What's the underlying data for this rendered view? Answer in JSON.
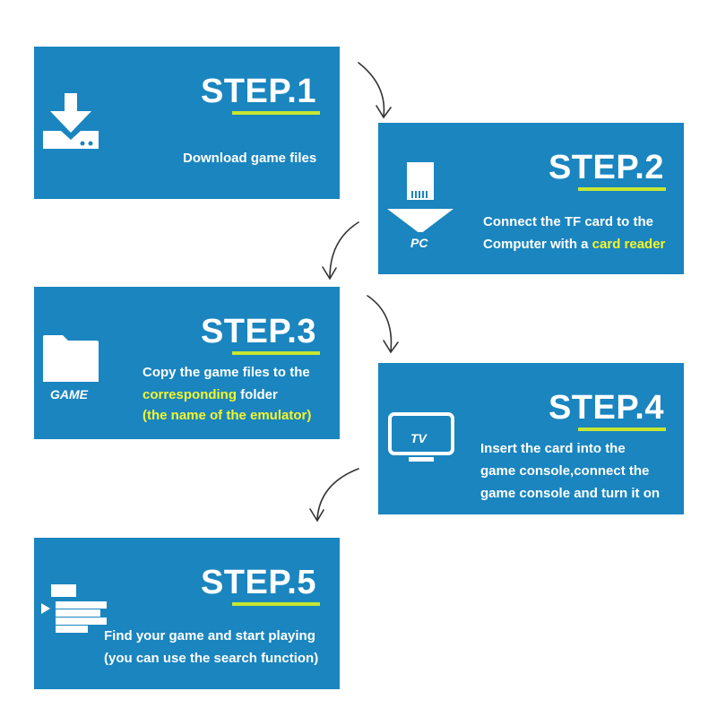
{
  "colors": {
    "panel": "#1a85bf",
    "underline": "#c6e631",
    "highlight": "#f5f52a",
    "text": "#ffffff",
    "arrow": "#333333"
  },
  "steps": [
    {
      "title": "STEP.1",
      "icon": "download-icon",
      "lines": [
        {
          "parts": [
            "Download game files"
          ]
        }
      ]
    },
    {
      "title": "STEP.2",
      "icon": "sd-card-to-pc-icon",
      "icon_label": "PC",
      "lines": [
        {
          "parts": [
            "Connect the TF card to the"
          ]
        },
        {
          "parts": [
            "Computer with a ",
            "card reader"
          ]
        }
      ]
    },
    {
      "title": "STEP.3",
      "icon": "folder-icon",
      "icon_label": "GAME",
      "lines": [
        {
          "parts": [
            "Copy the game files to the"
          ]
        },
        {
          "parts": [
            "corresponding",
            " folder"
          ]
        },
        {
          "parts": [
            "(the name of the emulator)"
          ]
        }
      ]
    },
    {
      "title": "STEP.4",
      "icon": "tv-icon",
      "icon_label": "TV",
      "lines": [
        {
          "parts": [
            "Insert the card into the"
          ]
        },
        {
          "parts": [
            "game console,connect the"
          ]
        },
        {
          "parts": [
            "game console and turn it on"
          ]
        }
      ]
    },
    {
      "title": "STEP.5",
      "icon": "game-list-icon",
      "lines": [
        {
          "parts": [
            "Find your game and start playing"
          ]
        },
        {
          "parts": [
            "(you can use the search function)"
          ]
        }
      ]
    }
  ]
}
